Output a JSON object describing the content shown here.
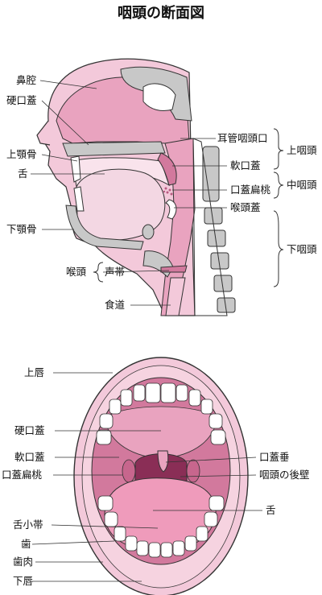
{
  "title": "咽頭の断面図",
  "section_view": {
    "labels": {
      "nasal_cavity": "鼻腔",
      "hard_palate": "硬口蓋",
      "maxilla": "上顎骨",
      "tongue": "舌",
      "mandible": "下顎骨",
      "larynx": "喉頭",
      "vocal_cord": "声帯",
      "esophagus": "食道",
      "eustachian_opening": "耳管咽頭口",
      "soft_palate": "軟口蓋",
      "palatine_tonsil": "口蓋扁桃",
      "epiglottis": "喉頭蓋",
      "nasopharynx": "上咽頭",
      "oropharynx": "中咽頭",
      "hypopharynx": "下咽頭"
    }
  },
  "mouth_view": {
    "labels": {
      "upper_lip": "上唇",
      "hard_palate": "硬口蓋",
      "soft_palate": "軟口蓋",
      "palatine_tonsil": "口蓋扁桃",
      "uvula": "口蓋垂",
      "posterior_pharyngeal_wall": "咽頭の後壁",
      "tongue": "舌",
      "lingual_frenulum": "舌小帯",
      "teeth": "歯",
      "gums": "歯肉",
      "lower_lip": "下唇"
    }
  },
  "colors": {
    "pink_light": "#f6d3e0",
    "pink_mid": "#e9a3bf",
    "pink_dark": "#d2799d",
    "bone": "#c8c8c8",
    "outline": "#333333"
  }
}
